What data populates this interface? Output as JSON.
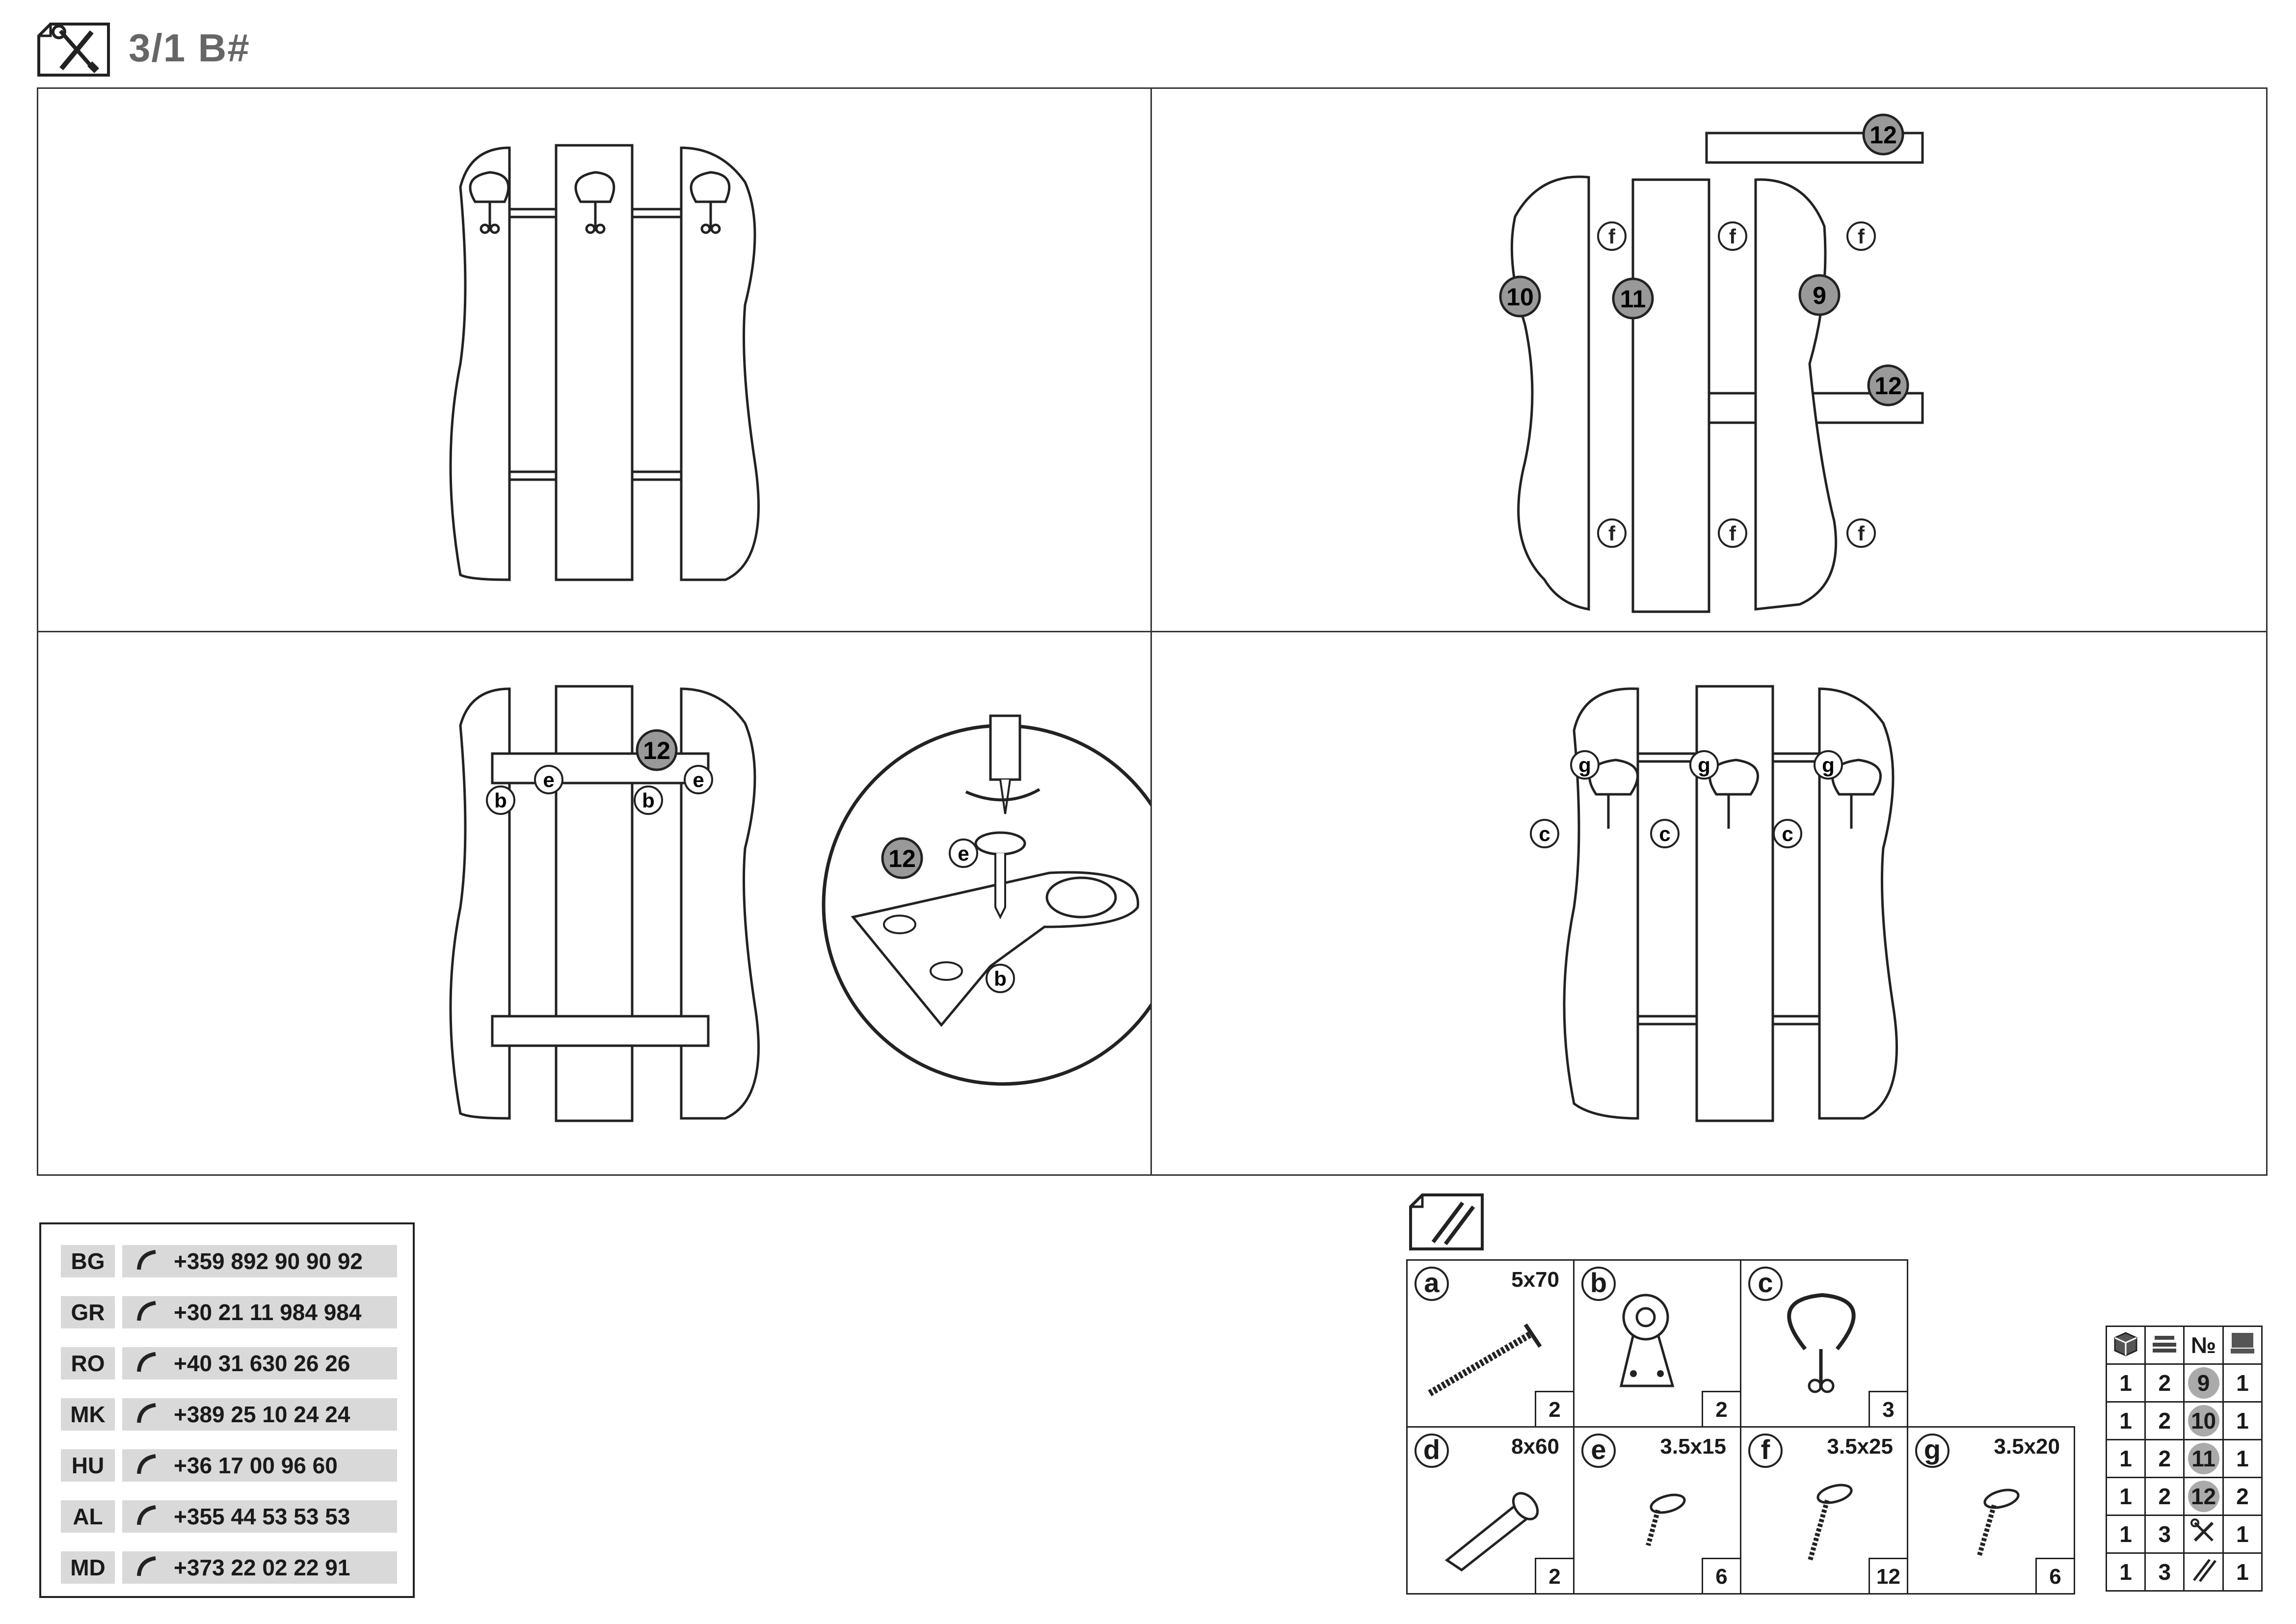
{
  "header": {
    "title": "3/1 B#",
    "icon": "tools-icon"
  },
  "panels": {
    "step1": {
      "labels": []
    },
    "step2": {
      "parts": [
        "12",
        "10",
        "11",
        "9",
        "12"
      ],
      "fastener": "f"
    },
    "step3": {
      "parts": [
        "12",
        "12"
      ],
      "fasteners": [
        "b",
        "e"
      ]
    },
    "step4": {
      "fasteners": [
        "g",
        "c"
      ]
    }
  },
  "phones": [
    {
      "code": "BG",
      "number": "+359 892 90 90 92"
    },
    {
      "code": "GR",
      "number": "+30 21 11 984 984"
    },
    {
      "code": "RO",
      "number": "+40 31 630 26 26"
    },
    {
      "code": "MK",
      "number": "+389 25 10 24 24"
    },
    {
      "code": "HU",
      "number": "+36 17 00 96 60"
    },
    {
      "code": "AL",
      "number": "+355 44 53 53 53"
    },
    {
      "code": "MD",
      "number": "+373 22 02 22 91"
    }
  ],
  "hardware": [
    {
      "letter": "a",
      "size": "5x70",
      "qty": "2",
      "icon": "long-screw-icon"
    },
    {
      "letter": "b",
      "size": "",
      "qty": "2",
      "icon": "bracket-plate-icon"
    },
    {
      "letter": "c",
      "size": "",
      "qty": "3",
      "icon": "double-hook-icon"
    },
    {
      "letter": "d",
      "size": "8x60",
      "qty": "2",
      "icon": "wall-plug-icon"
    },
    {
      "letter": "e",
      "size": "3.5x15",
      "qty": "6",
      "icon": "short-screw-icon"
    },
    {
      "letter": "f",
      "size": "3.5x25",
      "qty": "12",
      "icon": "medium-screw-icon"
    },
    {
      "letter": "g",
      "size": "3.5x20",
      "qty": "6",
      "icon": "screw-icon"
    }
  ],
  "parts_table": {
    "header_icons": [
      "box-icon",
      "stack-icon",
      "No-label",
      "pallet-icon"
    ],
    "no_label": "№",
    "rows": [
      {
        "box": "1",
        "col2": "2",
        "part": "9",
        "qty": "1",
        "kind": "disc"
      },
      {
        "box": "1",
        "col2": "2",
        "part": "10",
        "qty": "1",
        "kind": "disc"
      },
      {
        "box": "1",
        "col2": "2",
        "part": "11",
        "qty": "1",
        "kind": "disc"
      },
      {
        "box": "1",
        "col2": "2",
        "part": "12",
        "qty": "2",
        "kind": "disc"
      },
      {
        "box": "1",
        "col2": "3",
        "part": "",
        "qty": "1",
        "kind": "tools-icon"
      },
      {
        "box": "1",
        "col2": "3",
        "part": "",
        "qty": "1",
        "kind": "screws-icon"
      }
    ]
  }
}
